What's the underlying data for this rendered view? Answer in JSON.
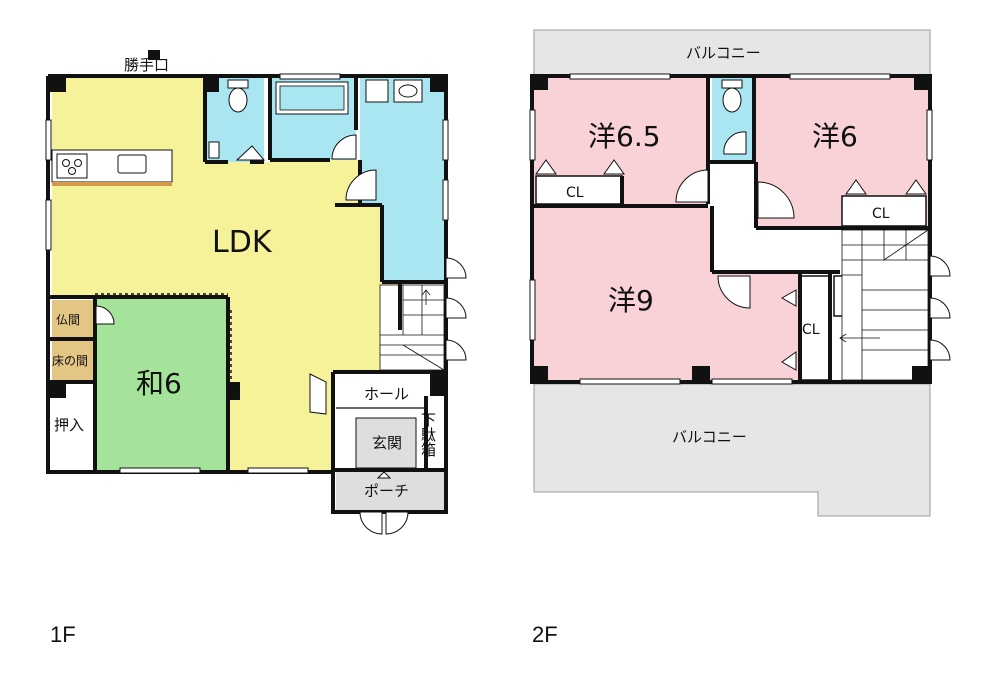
{
  "floors": [
    {
      "label": "1F",
      "rooms": {
        "ldk": "LDK",
        "washitsu": "和6",
        "butsuma": "仏間",
        "tokonoma": "床の間",
        "oshiire": "押入",
        "hall": "ホール",
        "genkan": "玄関",
        "getabako": "下駄箱",
        "porch": "ポーチ",
        "katteguchi": "勝手口"
      }
    },
    {
      "label": "2F",
      "rooms": {
        "yo65": "洋6.5",
        "yo6": "洋6",
        "yo9": "洋9",
        "cl_left": "CL",
        "cl_right": "CL",
        "cl_stair": "CL",
        "balcony_top": "バルコニー",
        "balcony_bottom": "バルコニー"
      }
    }
  ],
  "colors": {
    "ldk": "#f5f29a",
    "washitsu": "#a6e39a",
    "wet": "#a9e6f2",
    "western": "#f8d2d6",
    "storage": "#e3c584",
    "balcony": "#e6e6e6",
    "wall": "#111111"
  }
}
